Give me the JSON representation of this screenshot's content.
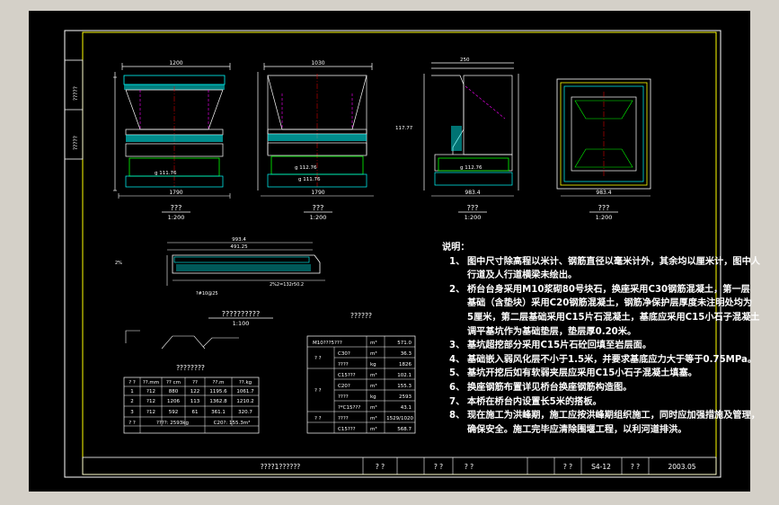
{
  "sheet": {
    "titleblock": {
      "drawing_title": "????1??????",
      "cell_1": "? ?",
      "cell_2": "? ?",
      "cell_3": "? ?",
      "cell_4": "? ?",
      "drawing_no": "S4-12",
      "cell_5": "? ?",
      "date": "2003.05"
    },
    "left_strip": {
      "top_text": "?????",
      "bottom_text": "?????"
    }
  },
  "views": {
    "v1": {
      "title": "???",
      "scale": "1:200",
      "dims": {
        "top": "1200",
        "width": "1790",
        "base": "1790",
        "elev": "g 111.76"
      }
    },
    "v2": {
      "title": "???",
      "scale": "1:200",
      "dims": {
        "top": "1030",
        "width": "1790",
        "elev1": "g 112.76",
        "elev2": "g 111.76"
      }
    },
    "v3": {
      "title": "???",
      "scale": "1:200",
      "dims": {
        "top": "250",
        "width": "983.4",
        "elev1": "117.77",
        "elev2": "g 112.76"
      }
    },
    "v4": {
      "title": "???",
      "scale": "1:200",
      "dims": {
        "width": "983.4"
      }
    },
    "v5": {
      "title": "??????????",
      "scale": "1:100",
      "dims": {
        "top": "993.4",
        "sub": "491.25",
        "left": "2%",
        "r1": "?#10@25",
        "r2": "2%2=132r50.2"
      }
    }
  },
  "quantities": {
    "title": "??????",
    "rows": [
      {
        "a": "M10???5???",
        "b": "",
        "u": "m³",
        "v": "571.0"
      },
      {
        "a": "? ?",
        "b": "C30?",
        "u": "m³",
        "v": "36.3"
      },
      {
        "a": "",
        "b": "????",
        "u": "kg",
        "v": "1826"
      },
      {
        "a": "? ?",
        "b": "C15???",
        "u": "m³",
        "v": "102.1"
      },
      {
        "a": "",
        "b": "C20?",
        "u": "m³",
        "v": "155.3"
      },
      {
        "a": "",
        "b": "????",
        "u": "kg",
        "v": "2593"
      },
      {
        "a": "",
        "b": "?*C15???",
        "u": "m³",
        "v": "43.1"
      },
      {
        "a": "? ?",
        "b": "????",
        "u": "m³",
        "v": "1529/1020"
      },
      {
        "a": "",
        "b": "C15???",
        "u": "m³",
        "v": "568.7"
      }
    ]
  },
  "rebar": {
    "title": "????????",
    "header": [
      "? ?",
      "??.mm",
      "?? cm",
      "??",
      "??.m",
      "??.kg"
    ],
    "rows": [
      [
        "1",
        "?12",
        "880",
        "122",
        "1195.6",
        "1061.7"
      ],
      [
        "2",
        "?12",
        "1206",
        "113",
        "1362.8",
        "1210.2"
      ],
      [
        "3",
        "?12",
        "592",
        "61",
        "361.1",
        "320.7"
      ]
    ],
    "total_label": "? ?",
    "total_value": "????: 2593kg",
    "total_value2": "C20?: 155.3m³"
  },
  "notes": {
    "title": "说明：",
    "items": [
      {
        "n": "1、",
        "lines": [
          "图中尺寸除高程以米计、钢筋直径以毫米计外，其余均以厘米计，图中人",
          "行道及人行道横梁未绘出。"
        ]
      },
      {
        "n": "2、",
        "lines": [
          "桥台台身采用M10浆砌80号块石，换座采用C30钢筋混凝土，第一层",
          "基础（含垫块）采用C20钢筋混凝土，钢筋净保护层厚度未注明处均为",
          "5厘米，第二层基础采用C15片石混凝土，基底应采用C15小石子混凝土",
          "调平基坑作为基础垫层，垫层厚0.20米。"
        ]
      },
      {
        "n": "3、",
        "lines": [
          "基坑超挖部分采用C15片石砼回填至岩层面。"
        ]
      },
      {
        "n": "4、",
        "lines": [
          "基础嵌入弱风化层不小于1.5米，并要求基底应力大于等于0.75MPa。"
        ]
      },
      {
        "n": "5、",
        "lines": [
          "基坑开挖后如有软弱夹层应采用C15小石子混凝土填塞。"
        ]
      },
      {
        "n": "6、",
        "lines": [
          "换座钢筋布置详见桥台换座钢筋构造图。"
        ]
      },
      {
        "n": "7、",
        "lines": [
          "本桥在桥台内设置长5米的搭板。"
        ]
      },
      {
        "n": "8、",
        "lines": [
          "现在施工为洪峰期，施工应按洪峰期组织施工，同时应加强措施及管理，",
          "确保安全。施工完毕应清除围堰工程，以利河道排洪。"
        ]
      }
    ]
  },
  "colors": {
    "background": "#000000",
    "frame": "#ffff00",
    "line": "#ffffff",
    "cyan": "#00ffff",
    "green": "#00ff00",
    "magenta": "#ff00ff",
    "red": "#ff0000",
    "yellow": "#ffff00"
  }
}
